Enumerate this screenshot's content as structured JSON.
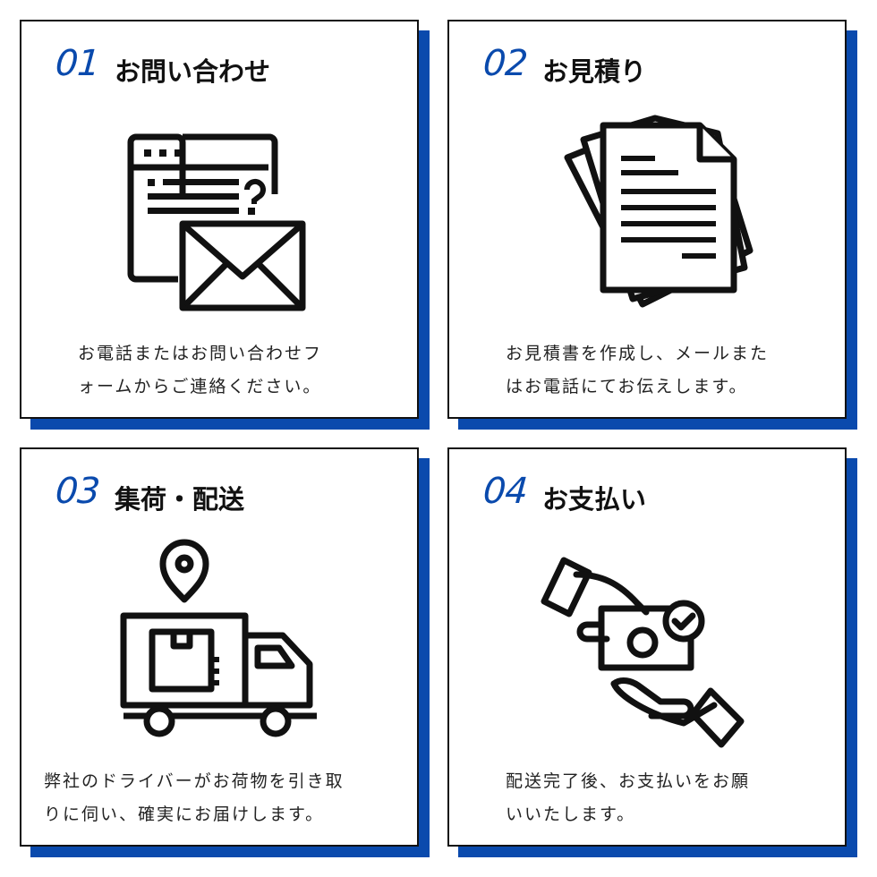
{
  "accent_color": "#0a4aad",
  "steps": [
    {
      "number": "01",
      "title": "お問い合わせ",
      "icon": "browser-envelope-icon",
      "desc_lines": [
        "お電話またはお問い合わせフ",
        "ォームからご連絡ください。"
      ]
    },
    {
      "number": "02",
      "title": "お見積り",
      "icon": "documents-icon",
      "desc_lines": [
        "お見積書を作成し、メールまた",
        "はお電話にてお伝えします。"
      ]
    },
    {
      "number": "03",
      "title": "集荷・配送",
      "icon": "delivery-truck-icon",
      "desc_lines": [
        "弊社のドライバーがお荷物を引き取",
        "りに伺い、確実にお届けします。"
      ]
    },
    {
      "number": "04",
      "title": "お支払い",
      "icon": "payment-hands-icon",
      "desc_lines": [
        "配送完了後、お支払いをお願",
        "いいたします。"
      ]
    }
  ]
}
